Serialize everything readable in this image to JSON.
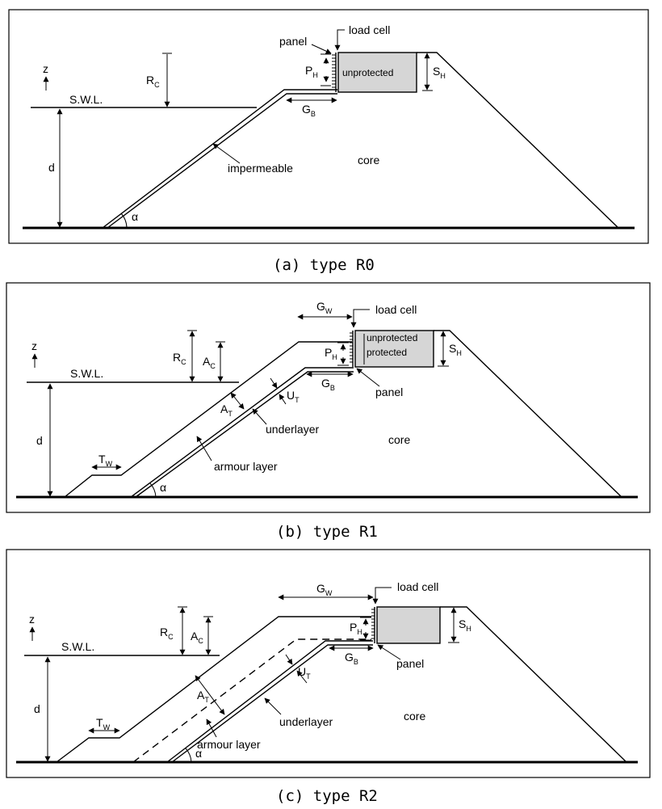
{
  "panels": [
    {
      "caption": "(a) type R0",
      "labels": {
        "panel": "panel",
        "load_cell": "load cell",
        "rc": "R",
        "rc_sub": "C",
        "ph": "P",
        "ph_sub": "H",
        "sh": "S",
        "sh_sub": "H",
        "gb": "G",
        "gb_sub": "B",
        "z": "z",
        "swl": "S.W.L.",
        "d": "d",
        "alpha": "α",
        "impermeable": "impermeable",
        "core": "core",
        "unprotected": "unprotected"
      }
    },
    {
      "caption": "(b) type R1",
      "labels": {
        "gw": "G",
        "gw_sub": "W",
        "load_cell": "load cell",
        "rc": "R",
        "rc_sub": "C",
        "ac": "A",
        "ac_sub": "C",
        "ph": "P",
        "ph_sub": "H",
        "sh": "S",
        "sh_sub": "H",
        "gb": "G",
        "gb_sub": "B",
        "panel": "panel",
        "z": "z",
        "swl": "S.W.L.",
        "d": "d",
        "at": "A",
        "at_sub": "T",
        "ut": "U",
        "ut_sub": "T",
        "underlayer": "underlayer",
        "armour": "armour layer",
        "tw": "T",
        "tw_sub": "W",
        "alpha": "α",
        "core": "core",
        "unprotected": "unprotected",
        "protected": "protected"
      }
    },
    {
      "caption": "(c) type R2",
      "labels": {
        "gw": "G",
        "gw_sub": "W",
        "load_cell": "load cell",
        "rc": "R",
        "rc_sub": "C",
        "ac": "A",
        "ac_sub": "C",
        "ph": "P",
        "ph_sub": "H",
        "sh": "S",
        "sh_sub": "H",
        "gb": "G",
        "gb_sub": "B",
        "panel": "panel",
        "z": "z",
        "swl": "S.W.L.",
        "d": "d",
        "at": "A",
        "at_sub": "T",
        "ut": "U",
        "ut_sub": "T",
        "underlayer": "underlayer",
        "armour": "armour layer",
        "tw": "T",
        "tw_sub": "W",
        "alpha": "α",
        "core": "core"
      }
    }
  ]
}
